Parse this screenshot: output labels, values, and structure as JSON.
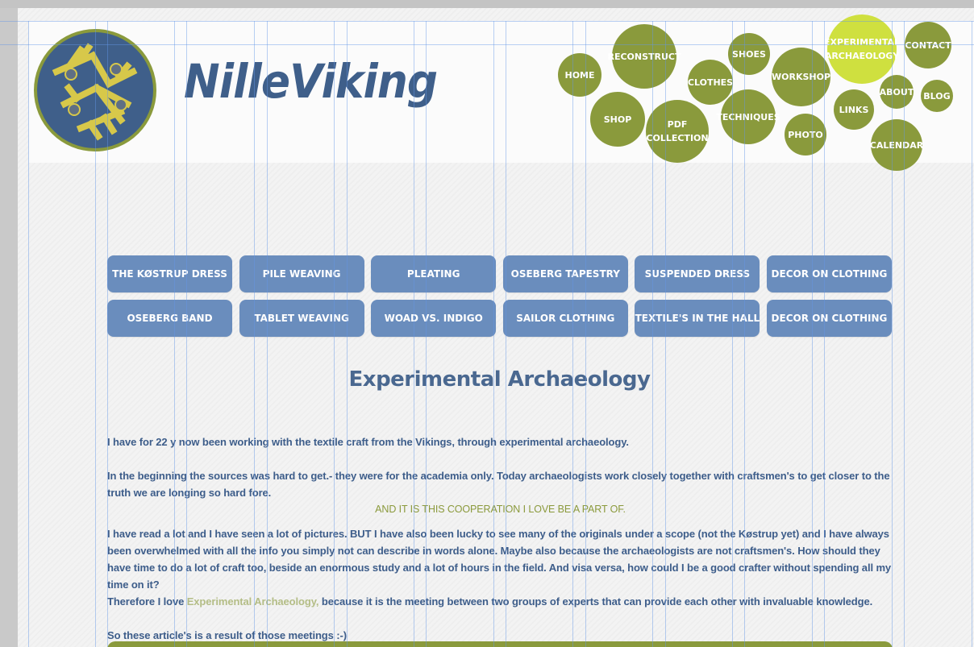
{
  "site": {
    "title": "NilleViking",
    "colors": {
      "bubble": "#8a9a3c",
      "bubble_active": "#cfe03f",
      "button": "#6a8dbd",
      "text": "#3d5d8a"
    }
  },
  "nav": {
    "home": "HOME",
    "reconstruct": "RECONSTRUCT",
    "shoes": "SHOES",
    "experimental_line1": "EXPERIMENTAL",
    "experimental_line2": "ARCHAEOLOGY",
    "contact": "CONTACT",
    "clothes": "CLOTHES",
    "workshop": "WORKSHOP",
    "about": "ABOUT",
    "blog": "BLOG",
    "shop": "SHOP",
    "pdf_line1": "PDF",
    "pdf_line2": "COLLECTION",
    "techniques": "TECHNIQUES",
    "links": "LINKS",
    "photo": "PHOTO",
    "calendar": "CALENDAR"
  },
  "topics": [
    "THE KØSTRUP DRESS",
    "PILE WEAVING",
    "PLEATING",
    "OSEBERG TAPESTRY",
    "SUSPENDED DRESS",
    "DECOR ON CLOTHING",
    "OSEBERG BAND",
    "TABLET WEAVING",
    "WOAD VS. INDIGO",
    "SAILOR CLOTHING",
    "TEXTILE'S IN THE HALL",
    "DECOR ON CLOTHING"
  ],
  "page": {
    "heading": "Experimental Archaeology",
    "p1": "I have for 22 y now been working with the textile craft from the Vikings, through experimental archaeology.",
    "p2": "In the beginning the sources was hard to get.- they were for the academia only. Today archaeologists work closely together with craftsmen's to get closer to the truth we are longing so hard fore.",
    "p3": "AND IT IS THIS COOPERATION I LOVE BE A PART OF.",
    "p4": "I have read a lot and I have seen a lot of pictures. BUT I have also been lucky to see many of the originals under a scope (not the Køstrup yet) and I have always been overwhelmed with all the info you simply not can describe in words alone. Maybe also because the archaeologists are not craftsmen's. How should they have time to do a lot of craft too, beside an enormous study and a lot of hours in the field. And visa versa, how could I be a good crafter without spending all my time on it?",
    "p5_before": "Therefore I love ",
    "p5_link": "Experimental Archaeology,",
    "p5_after": " because it is the meeting between two groups of experts that can provide each other with invaluable knowledge.",
    "p6": "So these article's  is a result of those meetings :-)"
  }
}
